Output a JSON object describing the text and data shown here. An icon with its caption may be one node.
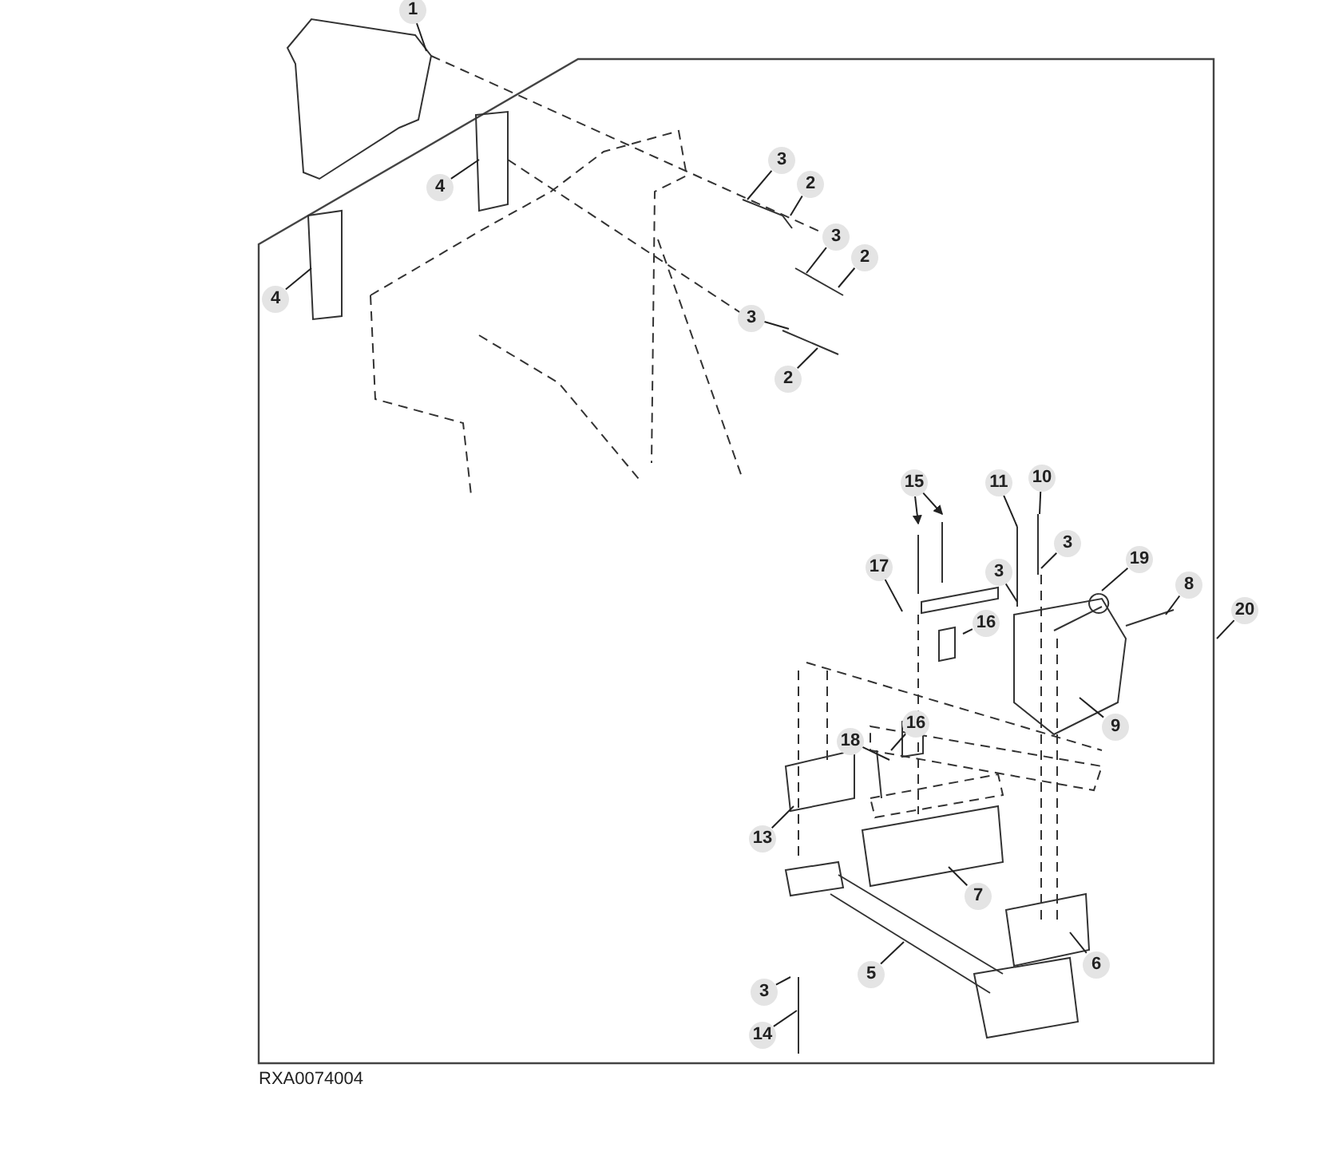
{
  "diagram": {
    "caption": "RXA0074004",
    "nodes": [
      {
        "text": [
          "1"
        ]
      },
      {
        "text": [
          "4"
        ]
      },
      {
        "text": [
          "3"
        ]
      },
      {
        "text": [
          "2"
        ]
      },
      {
        "text": [
          "3"
        ]
      },
      {
        "text": [
          "2"
        ]
      },
      {
        "text": [
          "4"
        ]
      },
      {
        "text": [
          "3"
        ]
      },
      {
        "text": [
          "2"
        ]
      },
      {
        "text": [
          "15"
        ]
      },
      {
        "text": [
          "11"
        ]
      },
      {
        "text": [
          "10"
        ]
      },
      {
        "text": [
          "3"
        ]
      },
      {
        "text": [
          "19"
        ]
      },
      {
        "text": [
          "17"
        ]
      },
      {
        "text": [
          "3"
        ]
      },
      {
        "text": [
          "8"
        ]
      },
      {
        "text": [
          "20"
        ]
      },
      {
        "text": [
          "16"
        ]
      },
      {
        "text": [
          "9"
        ]
      },
      {
        "text": [
          "16"
        ]
      },
      {
        "text": [
          "18"
        ]
      },
      {
        "text": [
          "13"
        ]
      },
      {
        "text": [
          "7"
        ]
      },
      {
        "text": [
          "6"
        ]
      },
      {
        "text": [
          "5"
        ]
      },
      {
        "text": [
          "3"
        ]
      },
      {
        "text": [
          "14"
        ]
      }
    ],
    "edges": [
      {
        "from": 0,
        "to": null,
        "arrow": "none"
      },
      {
        "from": 1,
        "to": null,
        "arrow": "none"
      },
      {
        "from": 2,
        "to": null,
        "arrow": "none"
      },
      {
        "from": 3,
        "to": null,
        "arrow": "none"
      },
      {
        "from": 4,
        "to": null,
        "arrow": "none"
      },
      {
        "from": 5,
        "to": null,
        "arrow": "none"
      },
      {
        "from": 6,
        "to": null,
        "arrow": "none"
      },
      {
        "from": 7,
        "to": null,
        "arrow": "none"
      },
      {
        "from": 8,
        "to": null,
        "arrow": "none"
      },
      {
        "from": 9,
        "to": null,
        "arrow": "to"
      },
      {
        "from": 9,
        "to": null,
        "arrow": "to"
      },
      {
        "from": 10,
        "to": null,
        "arrow": "none"
      },
      {
        "from": 11,
        "to": null,
        "arrow": "none"
      },
      {
        "from": 12,
        "to": null,
        "arrow": "none"
      },
      {
        "from": 13,
        "to": null,
        "arrow": "none"
      },
      {
        "from": 14,
        "to": null,
        "arrow": "none"
      },
      {
        "from": 15,
        "to": null,
        "arrow": "none"
      },
      {
        "from": 16,
        "to": null,
        "arrow": "none"
      },
      {
        "from": 17,
        "to": null,
        "arrow": "none"
      },
      {
        "from": 18,
        "to": null,
        "arrow": "none"
      },
      {
        "from": 19,
        "to": null,
        "arrow": "none"
      },
      {
        "from": 20,
        "to": null,
        "arrow": "none"
      },
      {
        "from": 21,
        "to": null,
        "arrow": "none"
      },
      {
        "from": 22,
        "to": null,
        "arrow": "none"
      },
      {
        "from": 23,
        "to": null,
        "arrow": "none"
      },
      {
        "from": 24,
        "to": null,
        "arrow": "none"
      },
      {
        "from": 25,
        "to": null,
        "arrow": "none"
      },
      {
        "from": 26,
        "to": null,
        "arrow": "none"
      },
      {
        "from": 27,
        "to": null,
        "arrow": "none"
      }
    ]
  }
}
